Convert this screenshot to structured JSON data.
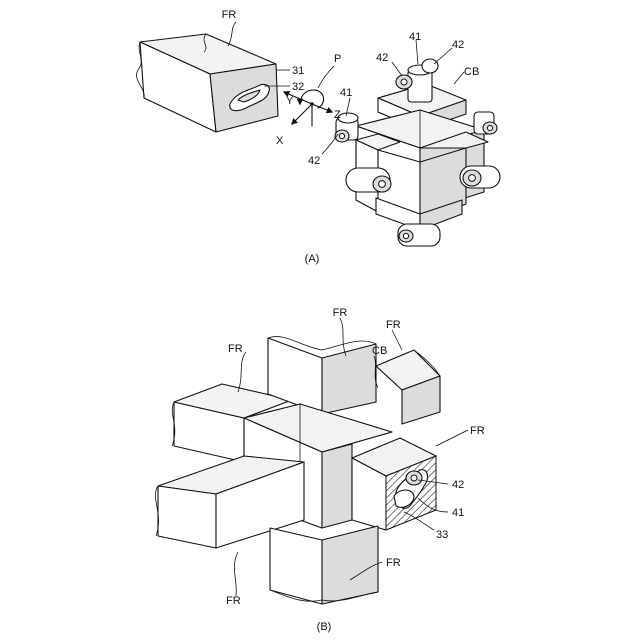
{
  "figure_a": {
    "caption": "(A)",
    "labels": {
      "FR": "FR",
      "n31": "31",
      "n32": "32",
      "P": "P",
      "Y": "Y",
      "Z": "Z",
      "X": "X",
      "n41_top": "41",
      "n42_top_left": "42",
      "n42_top_right": "42",
      "CB": "CB",
      "n41_left": "41",
      "n42_left": "42"
    }
  },
  "figure_b": {
    "caption": "(B)",
    "labels": {
      "FR_top": "FR",
      "FR_top_right": "FR",
      "FR_left": "FR",
      "CB": "CB",
      "FR_right": "FR",
      "n42": "42",
      "n41": "41",
      "n33": "33",
      "FR_bottom_right": "FR",
      "FR_bottom_left": "FR"
    }
  },
  "icons": {
    "rotation_arrow": "rotation-arrow-icon",
    "pin": "pin-icon"
  }
}
